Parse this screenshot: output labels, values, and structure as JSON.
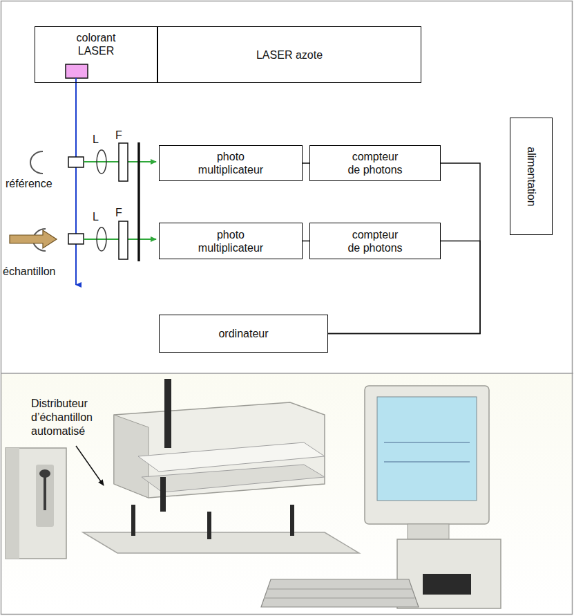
{
  "diagram": {
    "nodes": [
      {
        "text": [
          "colorant LASER"
        ]
      },
      {
        "text": [
          "LASER azote"
        ]
      },
      {
        "text": [
          "photo multiplicateur"
        ]
      },
      {
        "text": [
          "compteur de photons"
        ]
      },
      {
        "text": [
          "photo multiplicateur"
        ]
      },
      {
        "text": [
          "compteur de photons"
        ]
      },
      {
        "text": [
          "alimentation"
        ]
      },
      {
        "text": [
          "ordinateur"
        ]
      }
    ],
    "edges": [
      {
        "from": 2,
        "to": 3,
        "arrow": "none"
      },
      {
        "from": 4,
        "to": 5,
        "arrow": "none"
      },
      {
        "from": 3,
        "to": 7,
        "arrow": "none"
      },
      {
        "from": 5,
        "to": 7,
        "arrow": "none"
      }
    ],
    "labels": [
      "L",
      "F",
      "référence",
      "L",
      "F",
      "échantillon",
      "Distributeur d’échantillon automatisé"
    ]
  }
}
